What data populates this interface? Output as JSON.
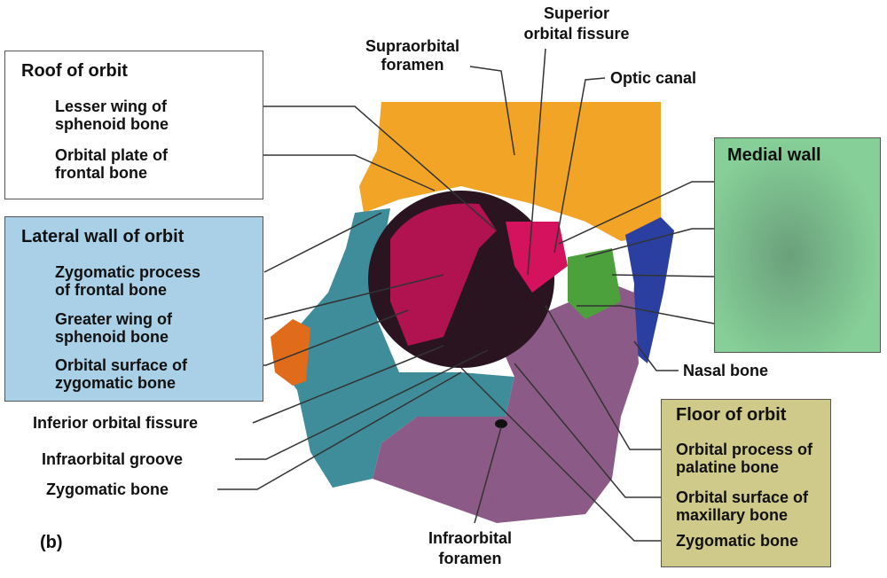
{
  "panel_label": "(b)",
  "colors": {
    "frontal": "#f2a427",
    "zygomatic": "#3f8c9a",
    "maxilla": "#8c5a86",
    "orbit_dark": "#2a1420",
    "sphenoid": "#b0134f",
    "nasal": "#2b3fa0",
    "ethmoid": "#4ca13c",
    "lacrimal": "#e06b1a",
    "roof_box": "#ffffff",
    "lateral_box": "#a9d0e6",
    "medial_box": "#86cf98",
    "floor_box": "#cfc98a"
  },
  "roof": {
    "title": "Roof of orbit",
    "items": [
      {
        "line1": "Lesser wing of",
        "line2": "sphenoid bone"
      },
      {
        "line1": "Orbital plate of",
        "line2": "frontal bone"
      }
    ]
  },
  "lateral": {
    "title": "Lateral wall of orbit",
    "items": [
      {
        "line1": "Zygomatic process",
        "line2": "of frontal bone"
      },
      {
        "line1": "Greater wing of",
        "line2": "sphenoid bone"
      },
      {
        "line1": "Orbital surface of",
        "line2": "zygomatic bone"
      }
    ]
  },
  "medial": {
    "title": "Medial wall"
  },
  "floor": {
    "title": "Floor of orbit",
    "items": [
      {
        "line1": "Orbital process of",
        "line2": "palatine bone"
      },
      {
        "line1": "Orbital surface of",
        "line2": "maxillary bone"
      },
      {
        "line1": "Zygomatic bone"
      }
    ]
  },
  "labels": {
    "inferior_orbital_fissure": "Inferior orbital fissure",
    "infraorbital_groove": "Infraorbital groove",
    "zygomatic_bone": "Zygomatic bone",
    "supraorbital_foramen": {
      "line1": "Supraorbital",
      "line2": "foramen"
    },
    "superior_orbital_fissure": {
      "line1": "Superior",
      "line2": "orbital fissure"
    },
    "optic_canal": "Optic canal",
    "nasal_bone": "Nasal bone",
    "infraorbital_foramen": {
      "line1": "Infraorbital",
      "line2": "foramen"
    }
  }
}
